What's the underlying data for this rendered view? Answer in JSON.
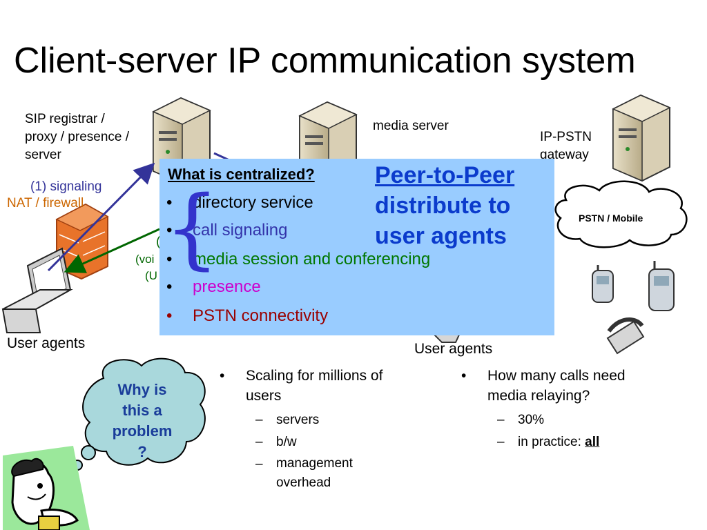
{
  "slide": {
    "title": "Client-server IP communication system"
  },
  "labels": {
    "sip": [
      "SIP registrar /",
      "proxy / presence /",
      "server"
    ],
    "media_server": "media server",
    "gateway": [
      "IP-PSTN",
      "gateway"
    ],
    "signaling": "(1) signaling",
    "nat": "NAT / firewall",
    "pstn_cloud": "PSTN / Mobile",
    "user_agents_left": "User agents",
    "user_agents_right": "User agents",
    "voice_partial_1": "(",
    "voice_partial_2": "(voi",
    "voice_partial_3": "(U"
  },
  "overlay": {
    "question": "What is centralized?",
    "items": [
      {
        "text": "directory service",
        "color": "#000000"
      },
      {
        "text": "call signaling",
        "color": "#3333aa"
      },
      {
        "text": "media session and conferencing",
        "color": "#007700"
      },
      {
        "text": "presence",
        "color": "#cc00cc"
      },
      {
        "text": "PSTN connectivity",
        "color": "#990000"
      }
    ],
    "bullet": "•",
    "brace": "{",
    "p2p": [
      "Peer-to-Peer",
      "distribute to",
      "user agents"
    ]
  },
  "bullets_left": {
    "main": [
      "Scaling for millions of",
      "users"
    ],
    "subs": [
      [
        "servers"
      ],
      [
        "b/w"
      ],
      [
        "management",
        "overhead"
      ]
    ]
  },
  "bullets_right": {
    "main": [
      "How many calls need",
      "media relaying?"
    ],
    "subs": [
      "30%"
    ],
    "practice_prefix": "in practice: ",
    "practice_bold": "all"
  },
  "thought": [
    "Why is",
    "this a",
    "problem",
    "?"
  ],
  "dash": "–",
  "bullet": "•",
  "colors": {
    "signaling": "#333399",
    "media": "#006600",
    "nat": "#cc6600",
    "overlay_bg": "#99ccff",
    "p2p": "#0b3bcc",
    "cloud_fill": "#a9d8dc",
    "why_text": "#1a3d9a"
  }
}
